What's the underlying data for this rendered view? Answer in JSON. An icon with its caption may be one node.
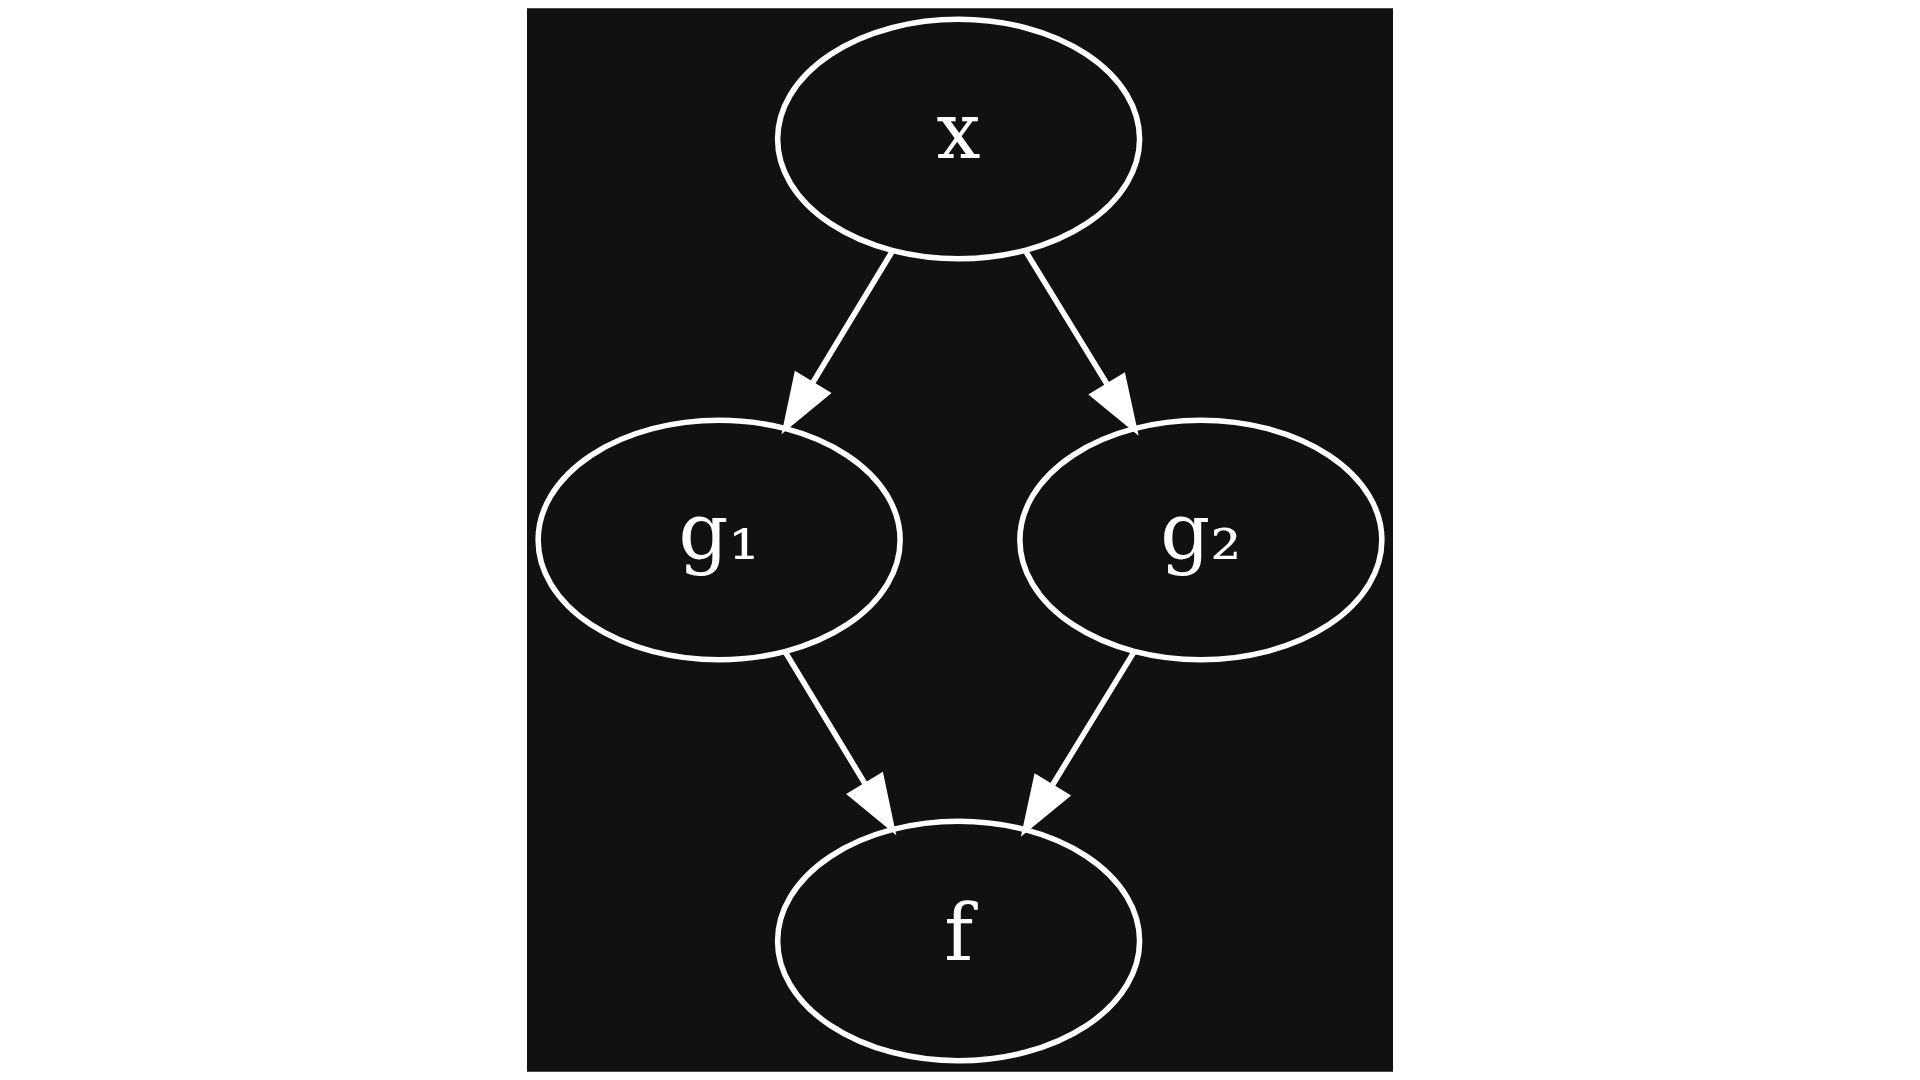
{
  "diagram": {
    "nodes": [
      {
        "text": [
          "x"
        ]
      },
      {
        "text": [
          "g₁"
        ]
      },
      {
        "text": [
          "g₂"
        ]
      },
      {
        "text": [
          "f"
        ]
      }
    ],
    "edges": [
      {
        "from": 0,
        "to": 1,
        "arrow": "to"
      },
      {
        "from": 0,
        "to": 2,
        "arrow": "to"
      },
      {
        "from": 1,
        "to": 3,
        "arrow": "to"
      },
      {
        "from": 2,
        "to": 3,
        "arrow": "to"
      }
    ]
  }
}
